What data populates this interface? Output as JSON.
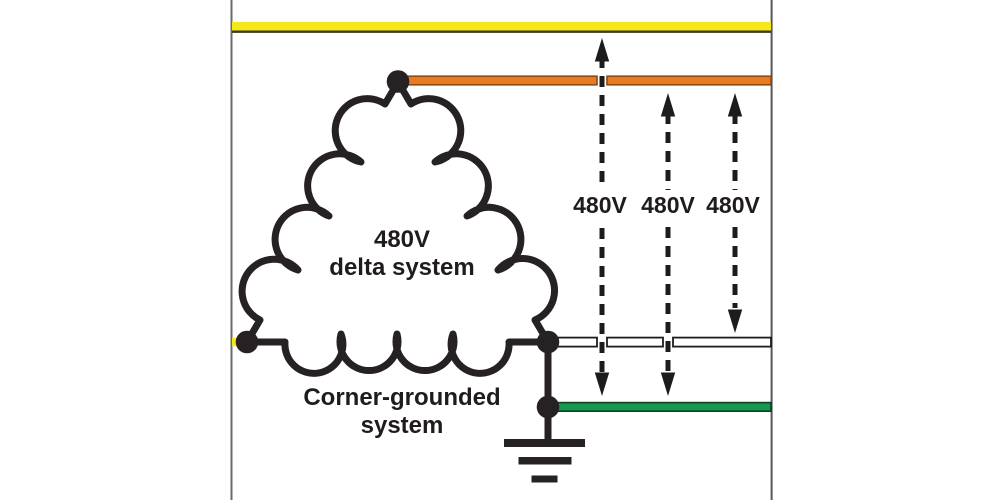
{
  "diagram": {
    "delta": {
      "line1": "480V",
      "line2": "delta system"
    },
    "grounded": {
      "line1": "Corner-grounded",
      "line2": "system"
    },
    "voltages": [
      "480V",
      "480V",
      "480V"
    ]
  },
  "colors": {
    "yellow_phase": "#f4e81d",
    "orange_phase": "#e87b22",
    "green_phase": "#149a50",
    "neutral_white": "#ffffff",
    "stroke_dark": "#262223"
  }
}
